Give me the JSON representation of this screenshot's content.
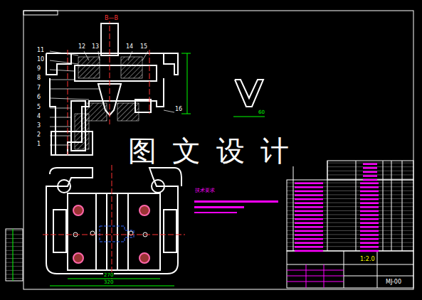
{
  "diagram": {
    "labels": [
      "11",
      "10",
      "9",
      "8",
      "7",
      "6",
      "5",
      "4",
      "3",
      "2",
      "1",
      "12",
      "13",
      "14",
      "15",
      "16",
      "B—B",
      "图文设计",
      "技术要求",
      "270",
      "320",
      "60",
      "1:2.0",
      "MJ-00"
    ]
  }
}
